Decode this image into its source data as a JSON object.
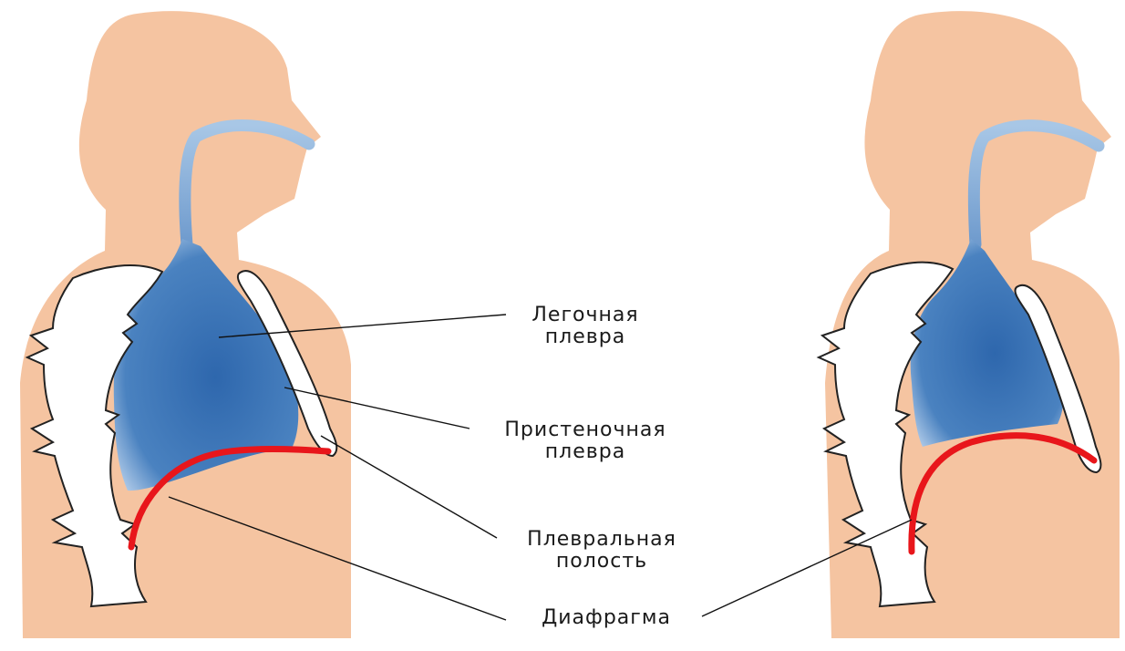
{
  "labels": {
    "pulmonary_pleura": {
      "line1": "Легочная",
      "line2": "плевра"
    },
    "parietal_pleura": {
      "line1": "Пристеночная",
      "line2": "плевра"
    },
    "pleural_cavity": {
      "line1": "Плевральная",
      "line2": "полость"
    },
    "diaphragm": "Диафрагма"
  },
  "colors": {
    "skin": "#F5C4A1",
    "lung": "#3D74B4",
    "airway": "#8FB4DA",
    "bone": "#FFFFFF",
    "bone_outline": "#222222",
    "diaphragm": "#E8161B",
    "leader_line": "#111111"
  }
}
